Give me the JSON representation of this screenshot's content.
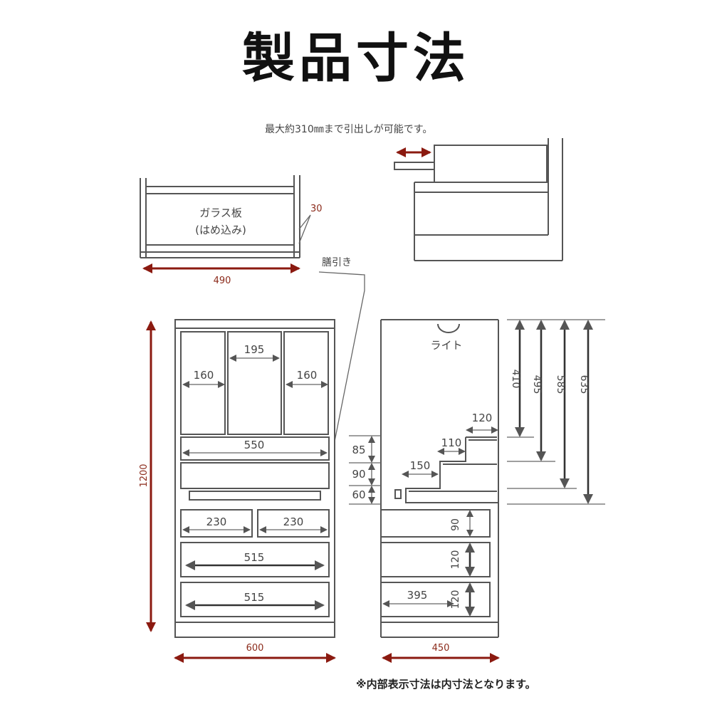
{
  "title": "製品寸法",
  "drawer_note": "最大約310㎜まで引出しが可能です。",
  "glass_panel": {
    "label_line1": "ガラス板",
    "label_line2": "(はめ込み)",
    "thickness": "30",
    "width": "490"
  },
  "side_label": "膳引き",
  "light_label": "ライト",
  "front": {
    "height": "1200",
    "width": "600",
    "left_door": "160",
    "center_door": "195",
    "right_door": "160",
    "shelf": "550",
    "drawer_small_left": "230",
    "drawer_small_right": "230",
    "drawer_large_1": "515",
    "drawer_large_2": "515"
  },
  "side": {
    "depth": "450",
    "heights": [
      "410",
      "495",
      "585",
      "635"
    ],
    "step_top": "120",
    "step_mid": "110",
    "step_low": "150",
    "step_h1": "85",
    "step_h2": "90",
    "step_h3": "60",
    "drawer_h1": "90",
    "drawer_h2": "120",
    "drawer_h3": "120",
    "inner_depth": "395"
  },
  "footer_note": "※内部表示寸法は内寸法となります。",
  "colors": {
    "line": "#555555",
    "dimension_red": "#8b1a10"
  }
}
